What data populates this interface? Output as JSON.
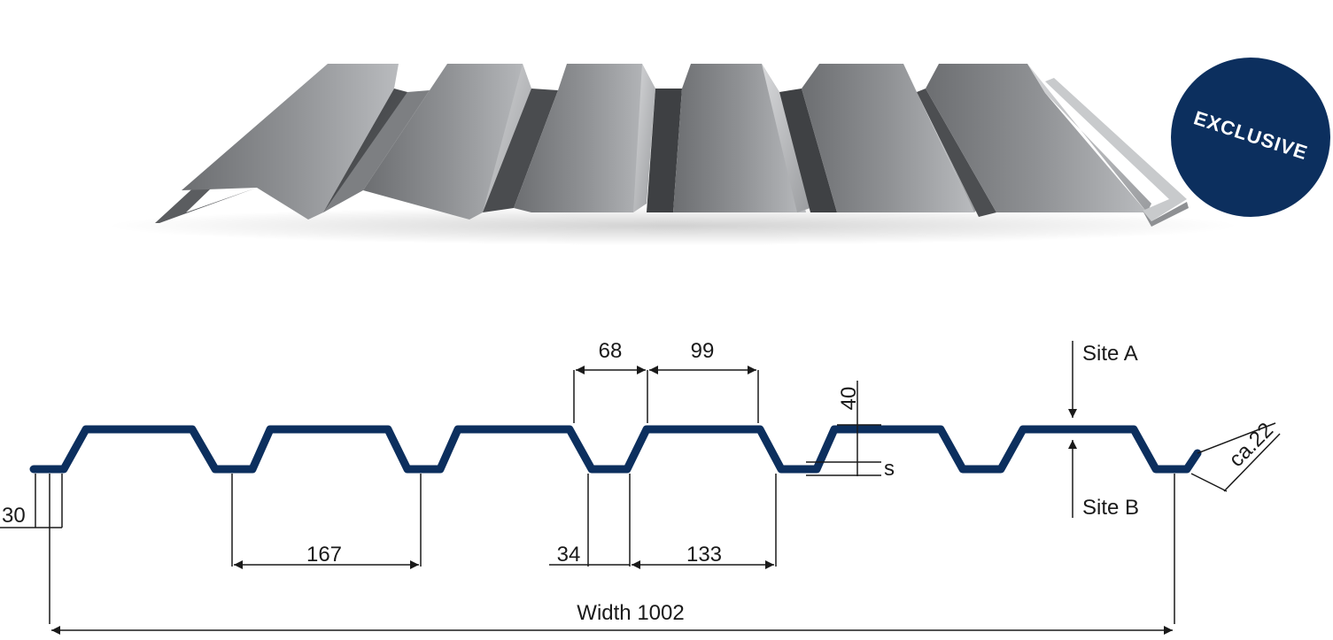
{
  "badge": {
    "label": "EXCLUSIVE",
    "color": "#0c2f5e"
  },
  "profile_color": "#0c2f5e",
  "dimensions": {
    "top_flange": "68",
    "top_width": "99",
    "profile_height": "40",
    "thickness_label": "s",
    "edge_height": "30",
    "rib_spacing": "167",
    "bottom_flange": "34",
    "rib_pitch": "133",
    "overlap": "ca.22",
    "width_label": "Width 1002"
  },
  "sides": {
    "a": "Site A",
    "b": "Site B"
  }
}
